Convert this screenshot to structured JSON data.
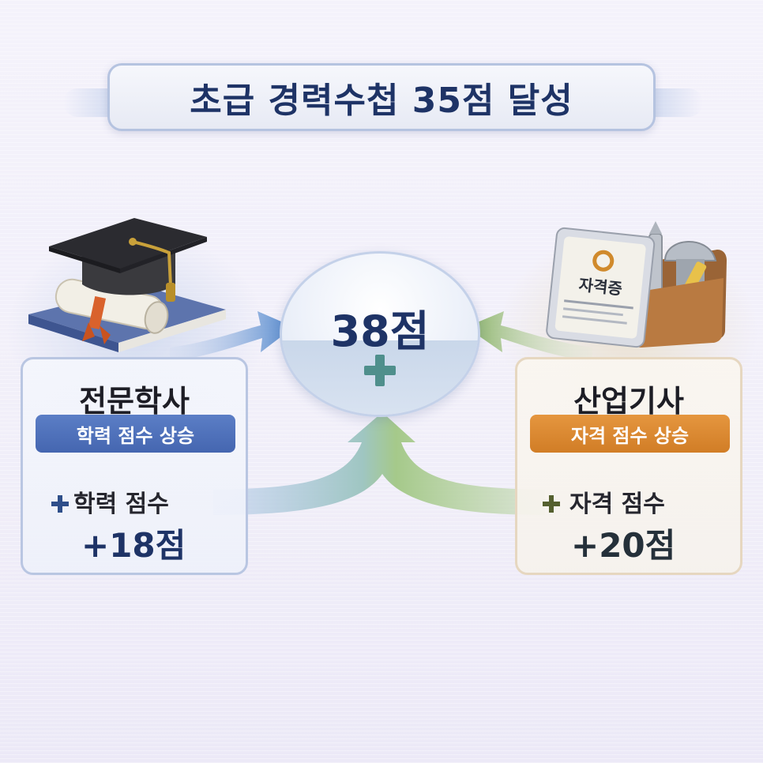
{
  "title": "초급 경력수첩 35점 달성",
  "center": {
    "total": "38점"
  },
  "left_card": {
    "title": "전문학사",
    "badge": "학력 점수 상승",
    "score_label": "학력 점수",
    "score_value": "+18점"
  },
  "right_card": {
    "title": "산업기사",
    "badge": "자격 점수 상승",
    "score_label": "자격 점수",
    "score_value": "+20점",
    "certificate_text": "자격증"
  },
  "colors": {
    "navy": "#1e3366",
    "blue_accent": "#4566b0",
    "orange_accent": "#d17d26",
    "green_accent": "#8fb46a",
    "teal_plus": "#4f8f8c"
  },
  "icons": {
    "left": "graduation-cap-and-diploma-icon",
    "right": "certificate-and-tools-icon"
  }
}
